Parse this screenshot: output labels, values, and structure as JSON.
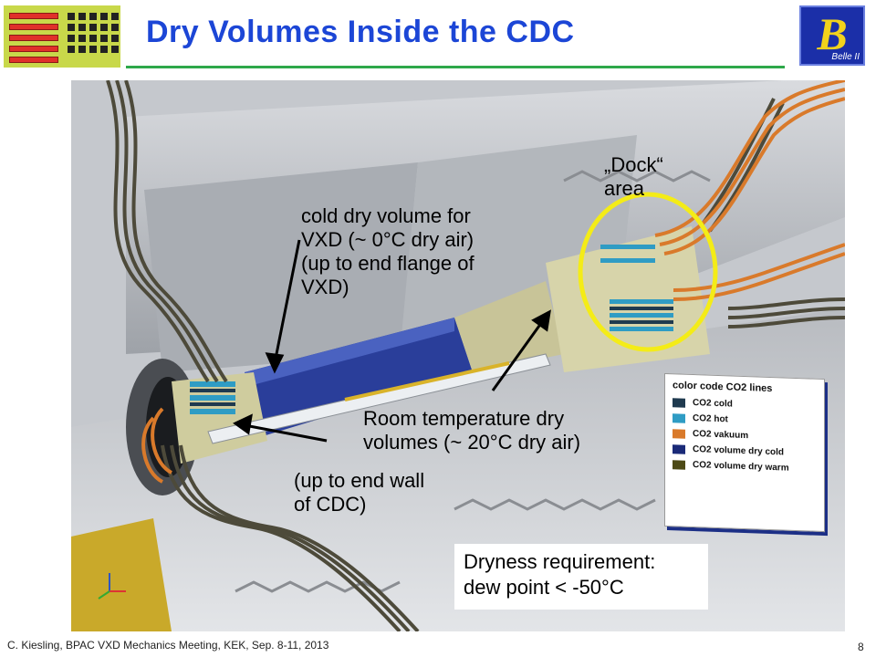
{
  "slide": {
    "title": "Dry Volumes Inside the CDC",
    "logo_right": {
      "letter": "B",
      "text": "Belle II"
    }
  },
  "annotations": {
    "dock_area": "„Dock“\narea",
    "cold_dry": "cold dry volume for\nVXD (~ 0°C dry air)\n(up to end flange of\nVXD)",
    "room_temp": "Room temperature  dry\nvolumes (~ 20°C dry air)",
    "end_wall": "(up to end wall\nof CDC)",
    "dryness": "Dryness requirement:\ndew point < -50°C"
  },
  "legend": {
    "title": "color code CO2 lines",
    "items": [
      {
        "label": "CO2 cold",
        "color": "#1f3a4f"
      },
      {
        "label": "CO2 hot",
        "color": "#2f9cc4"
      },
      {
        "label": "CO2 vakuum",
        "color": "#d97a2b"
      },
      {
        "label": "CO2 volume dry cold",
        "color": "#1a2a78"
      },
      {
        "label": "CO2 volume dry warm",
        "color": "#4d4a16"
      }
    ]
  },
  "colors": {
    "title": "#1c46d6",
    "rule": "#2ea84a",
    "highlight_ellipse": "#f4ec17",
    "cold_volume": "#2a3e9a",
    "warm_volume": "#c8c498"
  },
  "footer": {
    "credit": "C. Kiesling, BPAC VXD Mechanics Meeting, KEK, Sep. 8-11, 2013",
    "page": "8"
  }
}
